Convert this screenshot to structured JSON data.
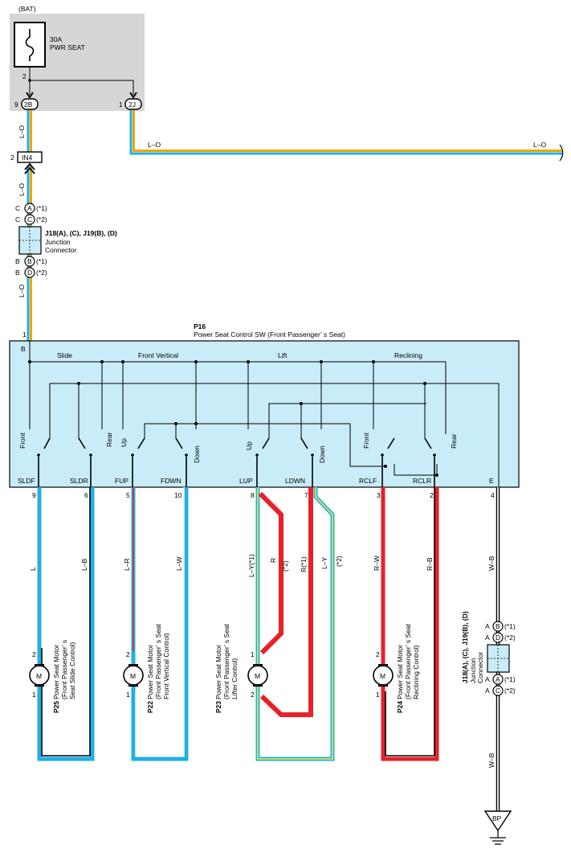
{
  "colors": {
    "blue": "#1fb0e8",
    "orange": "#f0a500",
    "red": "#e8202a",
    "yellow": "#f2e838",
    "black": "#000000",
    "white": "#ffffff",
    "panel": "#d6d6d6",
    "switch_box": "#c8ecf8"
  },
  "power": {
    "bat_label": "(BAT)",
    "fuse_rating": "30A",
    "fuse_name": "PWR SEAT",
    "pin_top": "2",
    "connector_left_pin": "9",
    "connector_left": "2B",
    "connector_right_pin": "1",
    "connector_right": "2J"
  },
  "wires": {
    "main_left": "L–O",
    "h_left": "L–O",
    "h_right": "L–O",
    "below_in4": "L–O",
    "below_jc": "L–O"
  },
  "in4": {
    "pin": "2",
    "label": "IN4"
  },
  "jc_top": {
    "pins": [
      {
        "side": "C",
        "code": "A",
        "note": "(*1)"
      },
      {
        "side": "C",
        "code": "C",
        "note": "(*2)"
      },
      {
        "side": "B",
        "code": "B",
        "note": "(*1)"
      },
      {
        "side": "B",
        "code": "D",
        "note": "(*2)"
      }
    ],
    "title": "J18(A), (C), J19(B), (D)",
    "line1": "Junction",
    "line2": "Connector"
  },
  "switch": {
    "entry_pin": "1",
    "code": "P16",
    "name": "Power Seat Control SW (Front Passenger’ s Seat)",
    "corner_label": "B",
    "groups": [
      "Slide",
      "Front Vertical",
      "Lift",
      "Reclining"
    ],
    "contacts": [
      "Front",
      "Rear",
      "Up",
      "Down",
      "Up",
      "Down",
      "Front",
      "Rear"
    ],
    "terminals": [
      {
        "name": "SLDF",
        "pin": "9"
      },
      {
        "name": "SLDR",
        "pin": "6"
      },
      {
        "name": "FUP",
        "pin": "5"
      },
      {
        "name": "FDWN",
        "pin": "10"
      },
      {
        "name": "LUP",
        "pin": "8"
      },
      {
        "name": "LDWN",
        "pin": "7"
      },
      {
        "name": "RCLF",
        "pin": "3"
      },
      {
        "name": "RCLR",
        "pin": "2"
      },
      {
        "name": "E",
        "pin": "4"
      }
    ]
  },
  "wire_labels": {
    "sldf": "L",
    "sldr": "L–B",
    "fup": "L–R",
    "fdwn": "L–W",
    "lup": "L–Y(*1)",
    "lup2": "R",
    "lup2_note": "(*2)",
    "ldwn": "R(*1)",
    "ldwn2": "L–Y",
    "ldwn2_note": "(*2)",
    "rclf": "R–W",
    "rclr": "R–B",
    "e": "W–B",
    "ground": "W–B"
  },
  "motors": [
    {
      "code": "P25",
      "l1": "Power Seat Motor",
      "l2": "(Front Passenger’ s",
      "l3": "Seat Slide Control)",
      "symbol": "M",
      "pin_top": "2",
      "pin_bottom": "1"
    },
    {
      "code": "P22",
      "l1": "Power Seat Motor",
      "l2": "(Front Passenger’ s Seat",
      "l3": "Front Vertical Control)",
      "symbol": "M",
      "pin_top": "2",
      "pin_bottom": "1"
    },
    {
      "code": "P23",
      "l1": "Power Seat Motor",
      "l2": "(Front Passenger’ s Seat",
      "l3": "Lifter Control)",
      "symbol": "M",
      "pin_top": "1",
      "pin_bottom": "2"
    },
    {
      "code": "P24",
      "l1": "Power Seat Motor",
      "l2": "(Front Passenger’ s Seat",
      "l3": "Reclining Control)",
      "symbol": "M",
      "pin_top": "2",
      "pin_bottom": "1"
    }
  ],
  "jc_bottom": {
    "pins": [
      {
        "side": "A",
        "code": "B",
        "note": "(*1)"
      },
      {
        "side": "A",
        "code": "D",
        "note": "(*2)"
      },
      {
        "side": "A",
        "code": "A",
        "note": "(*1)"
      },
      {
        "side": "A",
        "code": "C",
        "note": "(*2)"
      }
    ],
    "title": "J18(A), (C), J19(B), (D)",
    "line1": "Junction",
    "line2": "Connector"
  },
  "ground": {
    "label": "BP"
  }
}
